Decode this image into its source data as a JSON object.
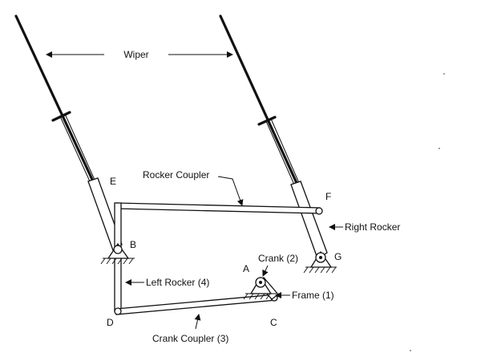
{
  "labels": {
    "wiper": "Wiper",
    "rocker_coupler": "Rocker Coupler",
    "right_rocker": "Right Rocker",
    "left_rocker": "Left Rocker (4)",
    "crank": "Crank (2)",
    "frame": "Frame (1)",
    "crank_coupler": "Crank Coupler (3)",
    "E": "E",
    "F": "F",
    "B": "B",
    "G": "G",
    "A": "A",
    "D": "D",
    "C": "C"
  }
}
